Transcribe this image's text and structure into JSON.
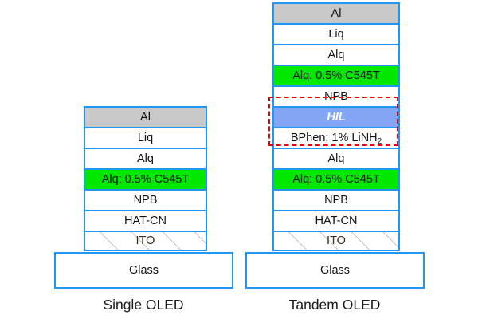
{
  "figure": {
    "devices": [
      {
        "id": "single-oled",
        "caption": "Single OLED",
        "substrate": "Glass",
        "layers": [
          {
            "name": "Al",
            "style": "metal"
          },
          {
            "name": "Liq",
            "style": "plain"
          },
          {
            "name": "Alq",
            "style": "plain"
          },
          {
            "name": "Alq: 0.5% C545T",
            "style": "emitter"
          },
          {
            "name": "NPB",
            "style": "plain"
          },
          {
            "name": "HAT-CN",
            "style": "plain"
          },
          {
            "name": "ITO",
            "style": "ito"
          }
        ]
      },
      {
        "id": "tandem-oled",
        "caption": "Tandem OLED",
        "substrate": "Glass",
        "layers": [
          {
            "name": "Al",
            "style": "metal"
          },
          {
            "name": "Liq",
            "style": "plain"
          },
          {
            "name": "Alq",
            "style": "plain"
          },
          {
            "name": "Alq: 0.5% C545T",
            "style": "emitter"
          },
          {
            "name": "NPB",
            "style": "plain"
          },
          {
            "name": "HIL",
            "style": "hil"
          },
          {
            "name": "BPhen: 1% LiNH2",
            "style": "plain",
            "subscript": {
              "base": "BPhen: 1% LiNH",
              "sub": "2"
            }
          },
          {
            "name": "Alq",
            "style": "plain"
          },
          {
            "name": "Alq: 0.5% C545T",
            "style": "emitter"
          },
          {
            "name": "NPB",
            "style": "plain"
          },
          {
            "name": "HAT-CN",
            "style": "plain"
          },
          {
            "name": "ITO",
            "style": "ito"
          }
        ],
        "highlight": {
          "label": "charge-generation-unit",
          "spans_layers": [
            "NPB",
            "HIL",
            "BPhen: 1% LiNH2"
          ]
        }
      }
    ]
  },
  "colors": {
    "layer_border": "#2196f3",
    "metal_fill": "#c8c8c8",
    "emitter_fill": "#00e800",
    "hil_fill": "#82a6f5",
    "highlight_dash": "#ee0000",
    "ito_hatch": "#969696",
    "background": "#ffffff"
  }
}
